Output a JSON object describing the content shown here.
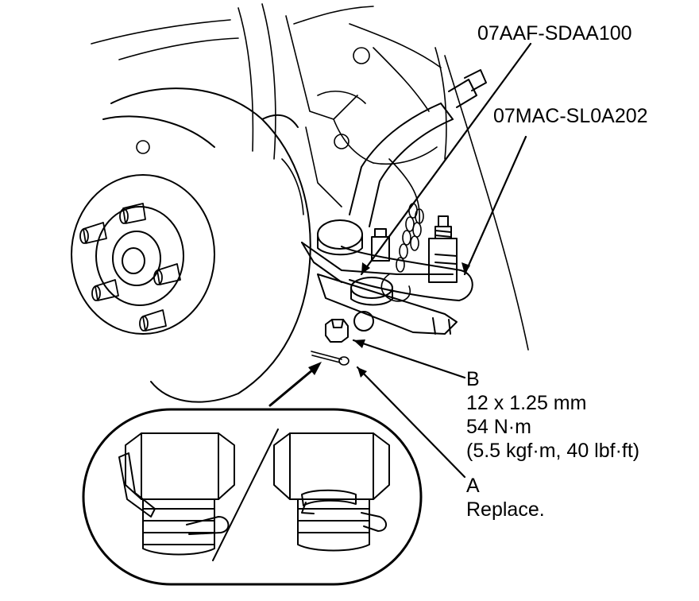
{
  "labels": {
    "tool_1": "07AAF-SDAA100",
    "tool_2": "07MAC-SL0A202"
  },
  "callout_b": {
    "letter": "B",
    "size": "12 x 1.25 mm",
    "torque_nm": "54 N·m",
    "torque_alt": "(5.5 kgf·m, 40 lbf·ft)"
  },
  "callout_a": {
    "letter": "A",
    "note": "Replace."
  },
  "colors": {
    "line": "#000000",
    "background": "#ffffff"
  }
}
